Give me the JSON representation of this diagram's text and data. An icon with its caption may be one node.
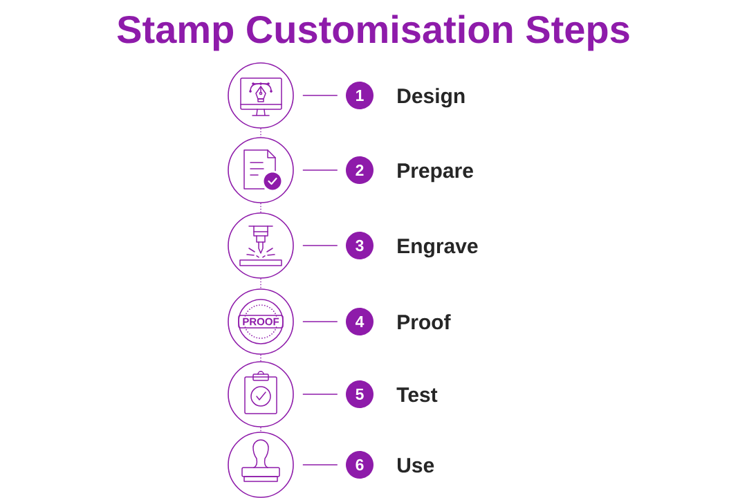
{
  "diagram": {
    "title": "Stamp Customisation Steps",
    "nodes": [
      {
        "text": [],
        "shape": "circle"
      },
      {
        "text": [
          "1"
        ],
        "beside": [
          "Design"
        ]
      },
      {
        "text": [],
        "shape": "circle"
      },
      {
        "text": [
          "2"
        ],
        "beside": [
          "Prepare"
        ]
      },
      {
        "text": [],
        "shape": "circle"
      },
      {
        "text": [
          "3"
        ],
        "beside": [
          "Engrave"
        ]
      },
      {
        "text": [
          "PROOF"
        ]
      },
      {
        "text": [
          "4"
        ],
        "beside": [
          "Proof"
        ]
      },
      {
        "text": [],
        "shape": "circle"
      },
      {
        "text": [
          "5"
        ],
        "beside": [
          "Test"
        ]
      },
      {
        "text": [],
        "shape": "circle"
      },
      {
        "text": [
          "6"
        ],
        "beside": [
          "Use"
        ]
      }
    ],
    "edges": [
      {
        "from": 0,
        "to": 1,
        "arrow": "none"
      },
      {
        "from": 0,
        "to": 2,
        "arrow": "none",
        "style": "dashed"
      },
      {
        "from": 2,
        "to": 3,
        "arrow": "none"
      },
      {
        "from": 2,
        "to": 4,
        "arrow": "none",
        "style": "dashed"
      },
      {
        "from": 4,
        "to": 5,
        "arrow": "none"
      },
      {
        "from": 4,
        "to": 6,
        "arrow": "none",
        "style": "dashed"
      },
      {
        "from": 6,
        "to": 7,
        "arrow": "none"
      },
      {
        "from": 6,
        "to": 8,
        "arrow": "none",
        "style": "dashed"
      },
      {
        "from": 8,
        "to": 9,
        "arrow": "none"
      },
      {
        "from": 8,
        "to": 10,
        "arrow": "none",
        "style": "dashed"
      },
      {
        "from": 10,
        "to": 11,
        "arrow": "none"
      }
    ]
  }
}
